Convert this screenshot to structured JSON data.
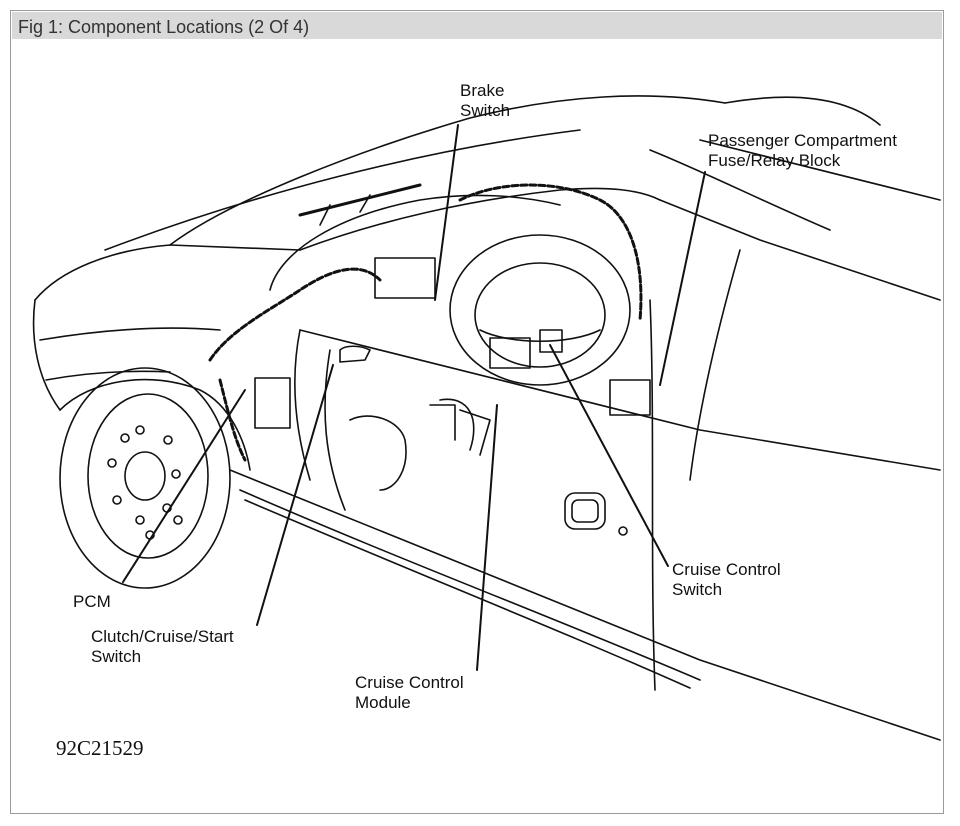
{
  "figure": {
    "title": "Fig 1: Component Locations (2 Of 4)",
    "code": "92C21529"
  },
  "labels": {
    "brake_switch": "Brake\nSwitch",
    "fuse_block": "Passenger Compartment\nFuse/Relay Block",
    "pcm": "PCM",
    "clutch_switch": "Clutch/Cruise/Start\nSwitch",
    "cruise_module": "Cruise Control\nModule",
    "cruise_switch": "Cruise Control\nSwitch"
  }
}
